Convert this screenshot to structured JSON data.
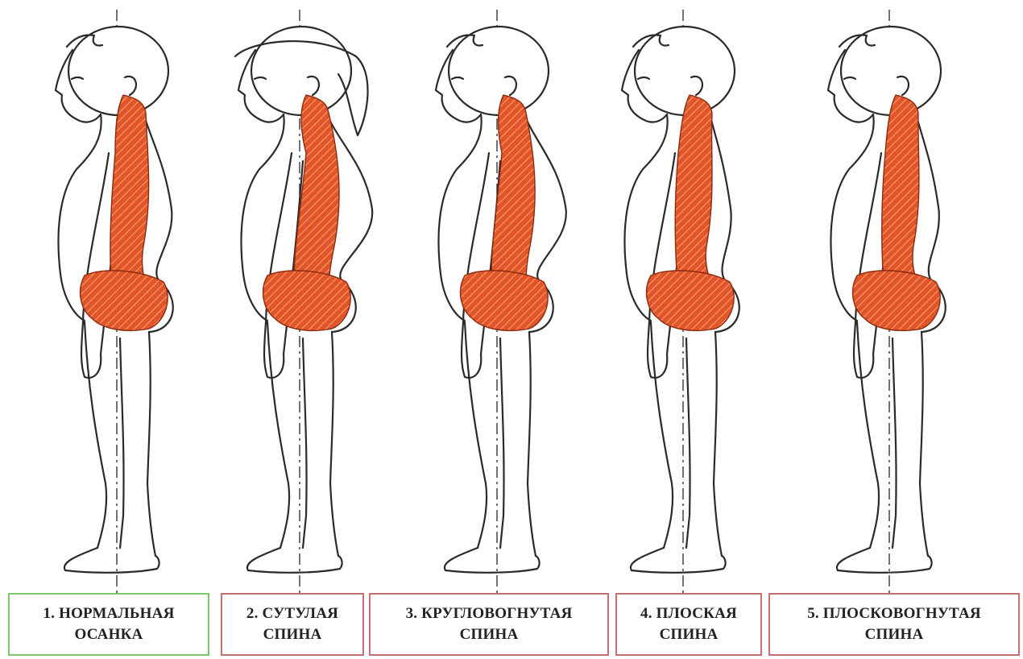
{
  "colors": {
    "outline": "#2a2a2a",
    "muscle_fill": "#e2552b",
    "muscle_hatch": "#f3a06a",
    "skin_tint": "#f6f0b8",
    "box_green": "#7cc96a",
    "box_red": "#c07070",
    "axis_line": "#444444"
  },
  "figures": [
    {
      "id": "normal",
      "icon": "child-profile-normal-posture",
      "curve": 0.0
    },
    {
      "id": "stooped",
      "icon": "child-profile-stooped-back",
      "curve": 1.0,
      "hair": "ponytail"
    },
    {
      "id": "round-concave",
      "icon": "child-profile-round-concave-back",
      "curve": 0.8
    },
    {
      "id": "flat",
      "icon": "child-profile-flat-back",
      "curve": -0.4
    },
    {
      "id": "flat-concave",
      "icon": "child-profile-flat-concave-back",
      "curve": -0.3
    }
  ],
  "labels": [
    {
      "line1": "1. НОРМАЛЬНАЯ",
      "line2": "ОСАНКА",
      "border": "green"
    },
    {
      "line1": "2. СУТУЛАЯ",
      "line2": "СПИНА",
      "border": "red"
    },
    {
      "line1": "3. КРУГЛОВОГНУТАЯ",
      "line2": "СПИНА",
      "border": "red"
    },
    {
      "line1": "4. ПЛОСКАЯ",
      "line2": "СПИНА",
      "border": "red"
    },
    {
      "line1": "5. ПЛОСКОВОГНУТАЯ",
      "line2": "СПИНА",
      "border": "red"
    }
  ]
}
